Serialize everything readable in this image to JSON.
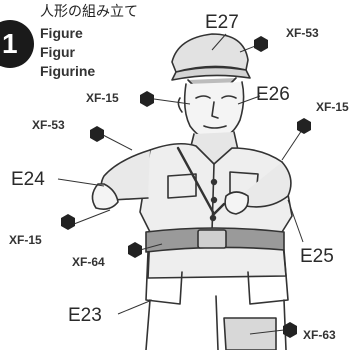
{
  "step": {
    "number": "1",
    "title_jp": "人形の組み立て",
    "title_en": "Figure",
    "title_de": "Figur",
    "title_fr": "Figurine"
  },
  "parts": {
    "e27": "E27",
    "e26": "E26",
    "e24": "E24",
    "e25": "E25",
    "e23": "E23"
  },
  "paints": {
    "cap": "XF-53",
    "face": "XF-15",
    "hand_right": "XF-15",
    "tunic": "XF-53",
    "hand_left": "XF-15",
    "belt": "XF-64",
    "boots": "XF-63"
  }
}
